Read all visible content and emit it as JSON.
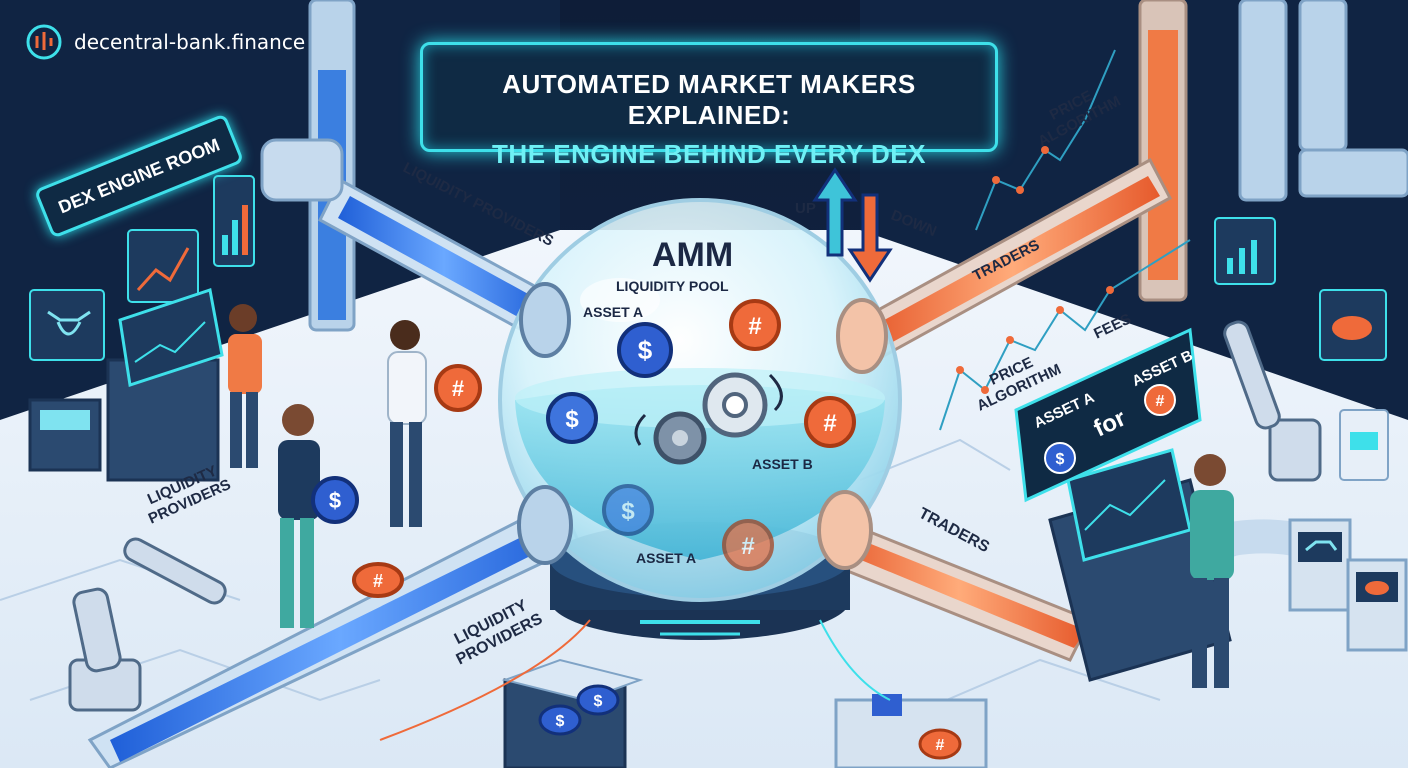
{
  "brand": {
    "name": "decentral-bank.finance"
  },
  "title": {
    "line1": "AUTOMATED MARKET MAKERS EXPLAINED:",
    "line2": "THE ENGINE BEHIND EVERY DEX"
  },
  "room_sign": "DEX ENGINE ROOM",
  "pool": {
    "name": "AMM",
    "subtitle": "LIQUIDITY POOL",
    "asset_a_label_top": "ASSET A",
    "asset_b_label": "ASSET B",
    "asset_a_label_bottom": "ASSET A",
    "asset_a_symbol": "$",
    "asset_b_symbol": "#"
  },
  "flow_labels": {
    "liquidity_providers_pipe": "LIQUIDITY PROVIDERS",
    "up": "UP",
    "down": "DOWN",
    "price_algorithm_top_1": "PRICE",
    "price_algorithm_top_2": "ALGORITHM",
    "traders_pipe": "TRADERS",
    "fees": "FEES",
    "price_algorithm_mid_1": "PRICE",
    "price_algorithm_mid_2": "ALGORITHM",
    "liquidity_providers_people_1": "LIQUIDITY",
    "liquidity_providers_people_2": "PROVIDERS",
    "liquidity_providers_floor_1": "LIQUIDITY",
    "liquidity_providers_floor_2": "PROVIDERS",
    "traders_floor": "TRADERS"
  },
  "swap_screen": {
    "asset_a": "ASSET A",
    "connector": "for",
    "asset_b": "ASSET B"
  },
  "colors": {
    "accent_cyan": "#3ee0ea",
    "asset_a_blue": "#2f5fd0",
    "asset_b_orange": "#ef6a3a",
    "navy": "#0f2a44",
    "floor": "#e8f1fa"
  },
  "icons": [
    "logo-icon",
    "bull-icon",
    "bear-icon",
    "gear-icon",
    "dollar-coin-icon",
    "hash-coin-icon",
    "arrow-up-icon",
    "arrow-down-icon",
    "chart-icon"
  ]
}
